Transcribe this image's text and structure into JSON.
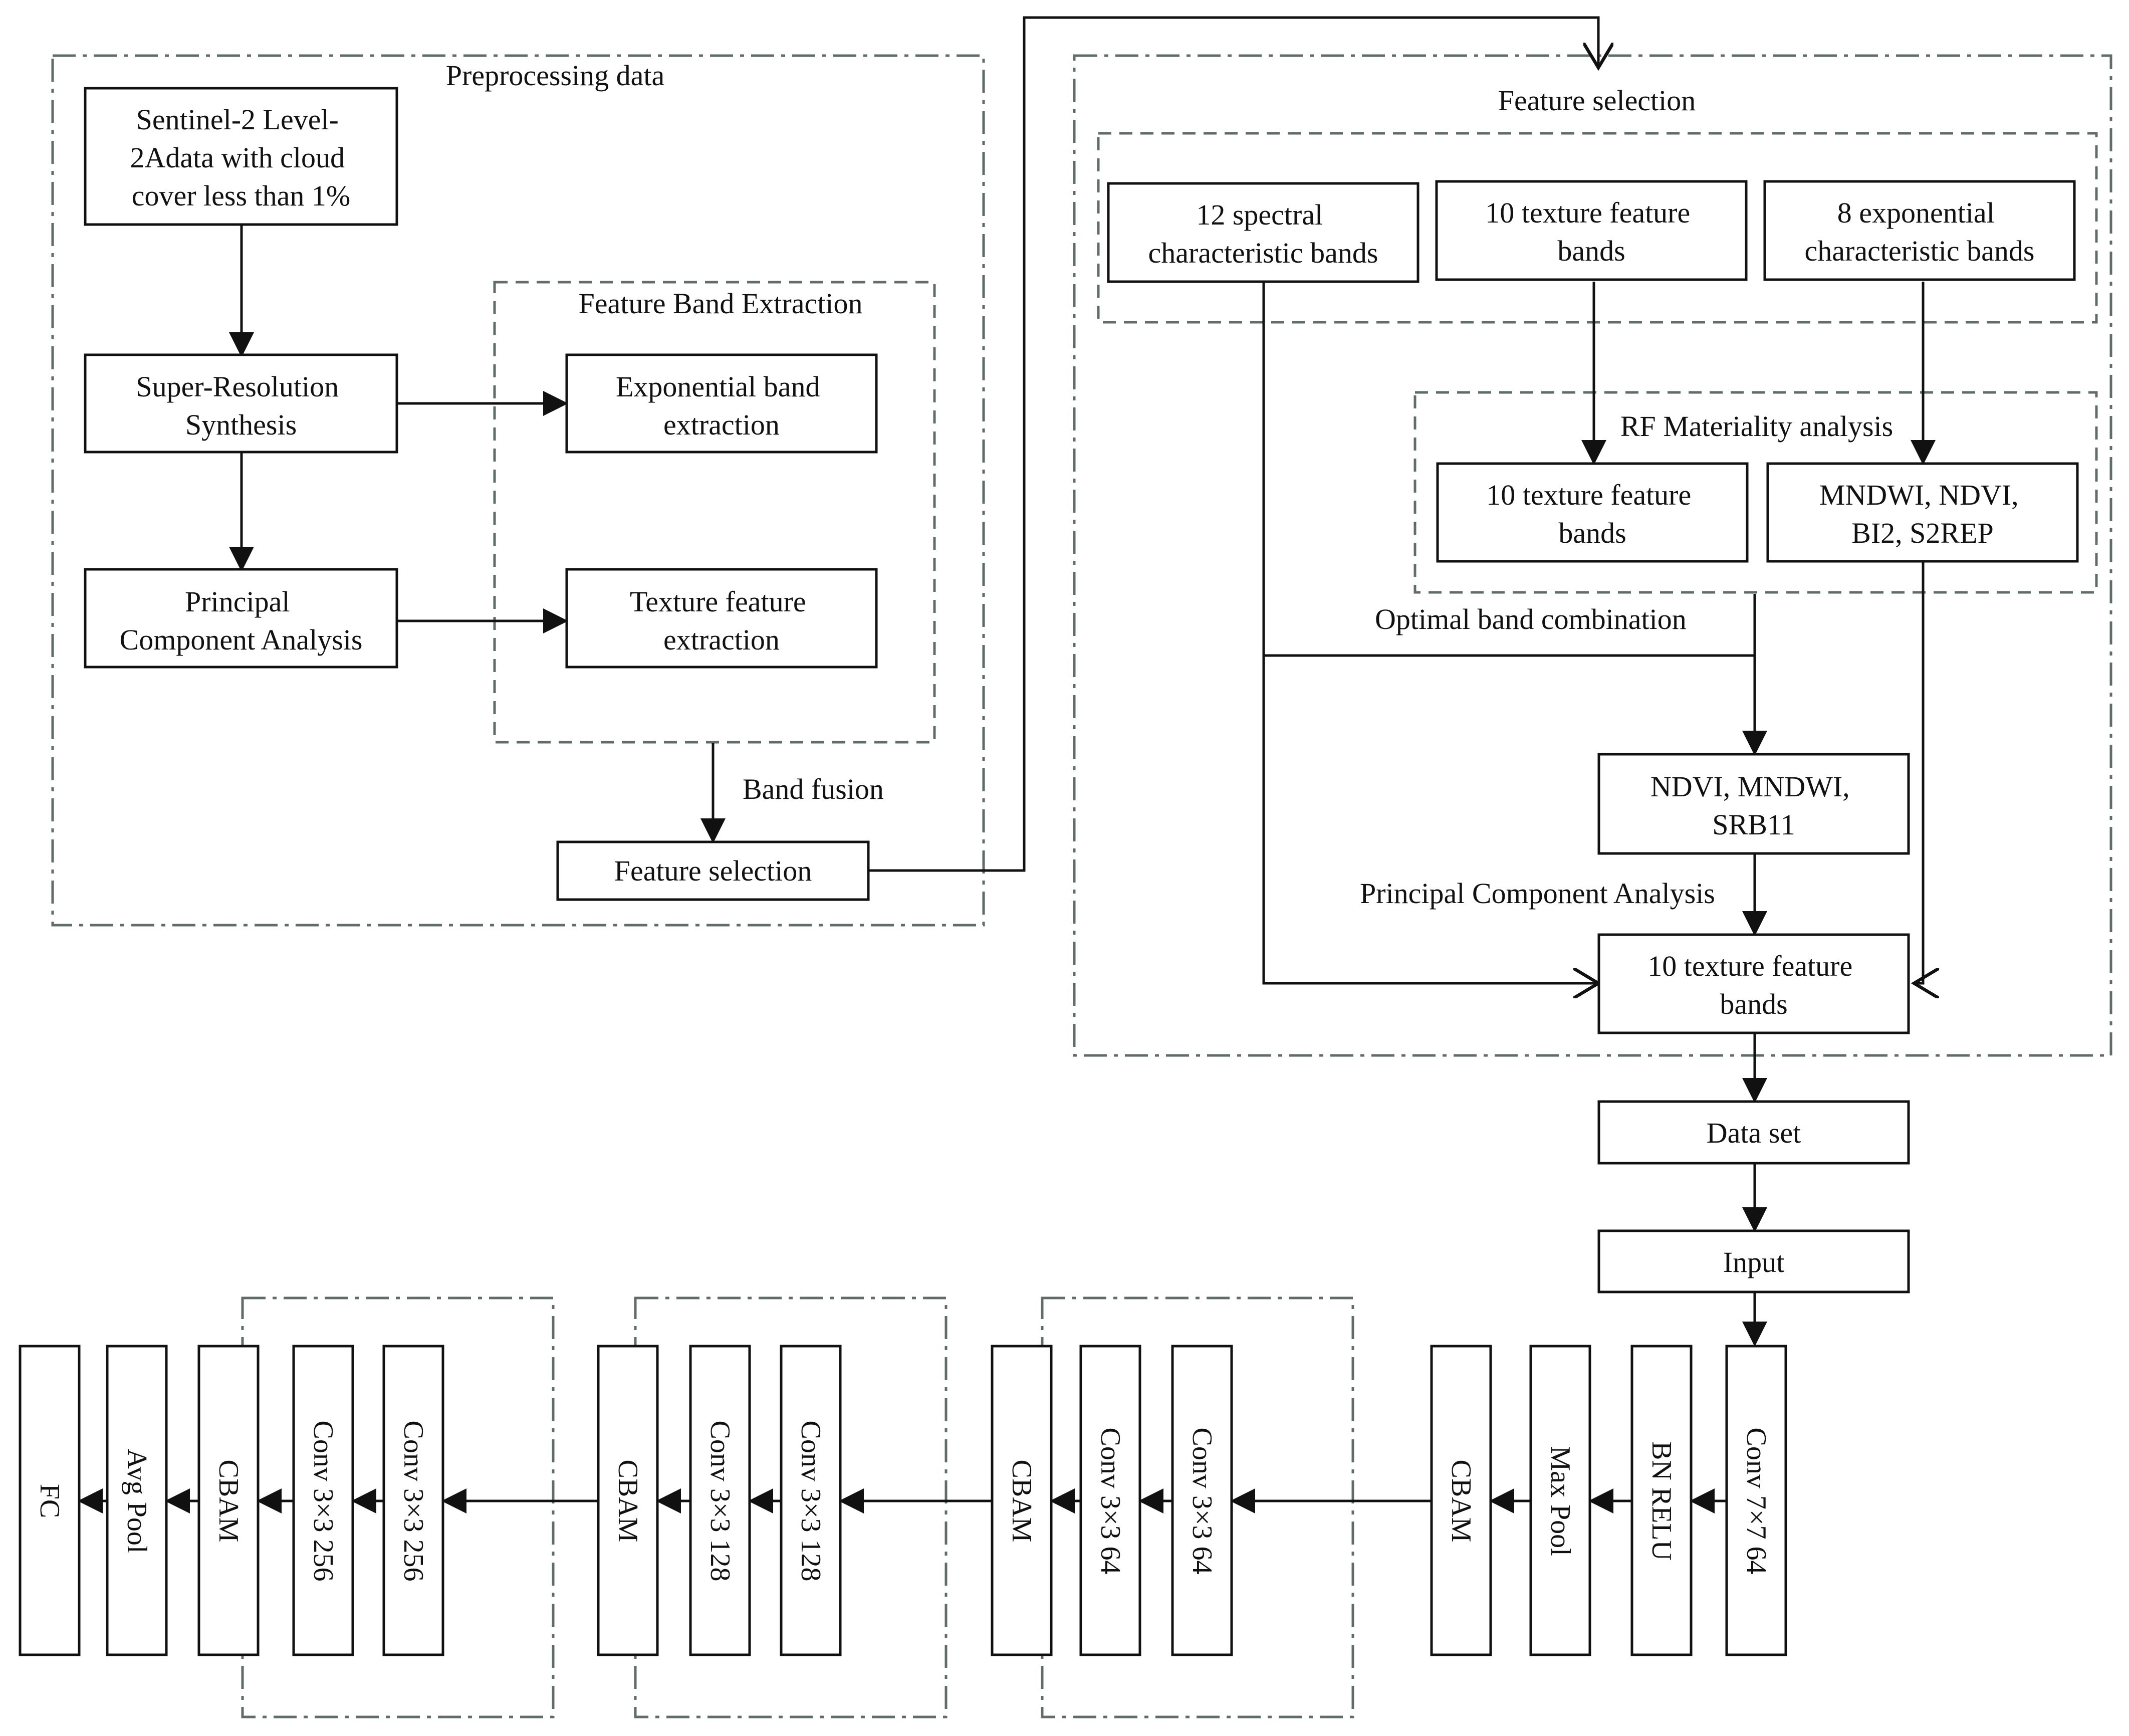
{
  "preprocessing": {
    "title": "Preprocessing data",
    "source": [
      "Sentinel-2 Level-",
      "2Adata with cloud",
      "cover less than 1%"
    ],
    "super_resolution": [
      "Super-Resolution",
      "Synthesis"
    ],
    "pca": [
      "Principal",
      "Component Analysis"
    ],
    "band_extraction_title": "Feature Band Extraction",
    "exponential_extraction": [
      "Exponential band",
      "extraction"
    ],
    "texture_extraction": [
      "Texture feature",
      "extraction"
    ],
    "band_fusion": "Band fusion",
    "feature_selection": "Feature selection"
  },
  "feature_selection": {
    "title": "Feature selection",
    "spectral": [
      "12 spectral",
      "characteristic bands"
    ],
    "texture": [
      "10 texture feature",
      "bands"
    ],
    "exponential": [
      "8 exponential",
      "characteristic bands"
    ],
    "rf_title": "RF Materiality analysis",
    "rf_texture": [
      "10 texture feature",
      "bands"
    ],
    "rf_indices": [
      "MNDWI, NDVI,",
      "BI2, S2REP"
    ],
    "optimal_label": "Optimal band combination",
    "optimal": [
      "NDVI, MNDWI,",
      "SRB11"
    ],
    "pca_label": "Principal Component Analysis",
    "final": [
      "10 texture feature",
      "bands"
    ]
  },
  "pipeline": {
    "dataset": "Data set",
    "input": "Input"
  },
  "network": {
    "layers": [
      "Conv 7×7 64",
      "BN RELU",
      "Max Pool",
      "CBAM",
      "Conv 3×3  64",
      "Conv 3×3  64",
      "CBAM",
      "Conv 3×3  128",
      "Conv 3×3  128",
      "CBAM",
      "Conv 3×3  256",
      "Conv 3×3  256",
      "CBAM",
      "Avg Pool",
      "FC"
    ]
  }
}
